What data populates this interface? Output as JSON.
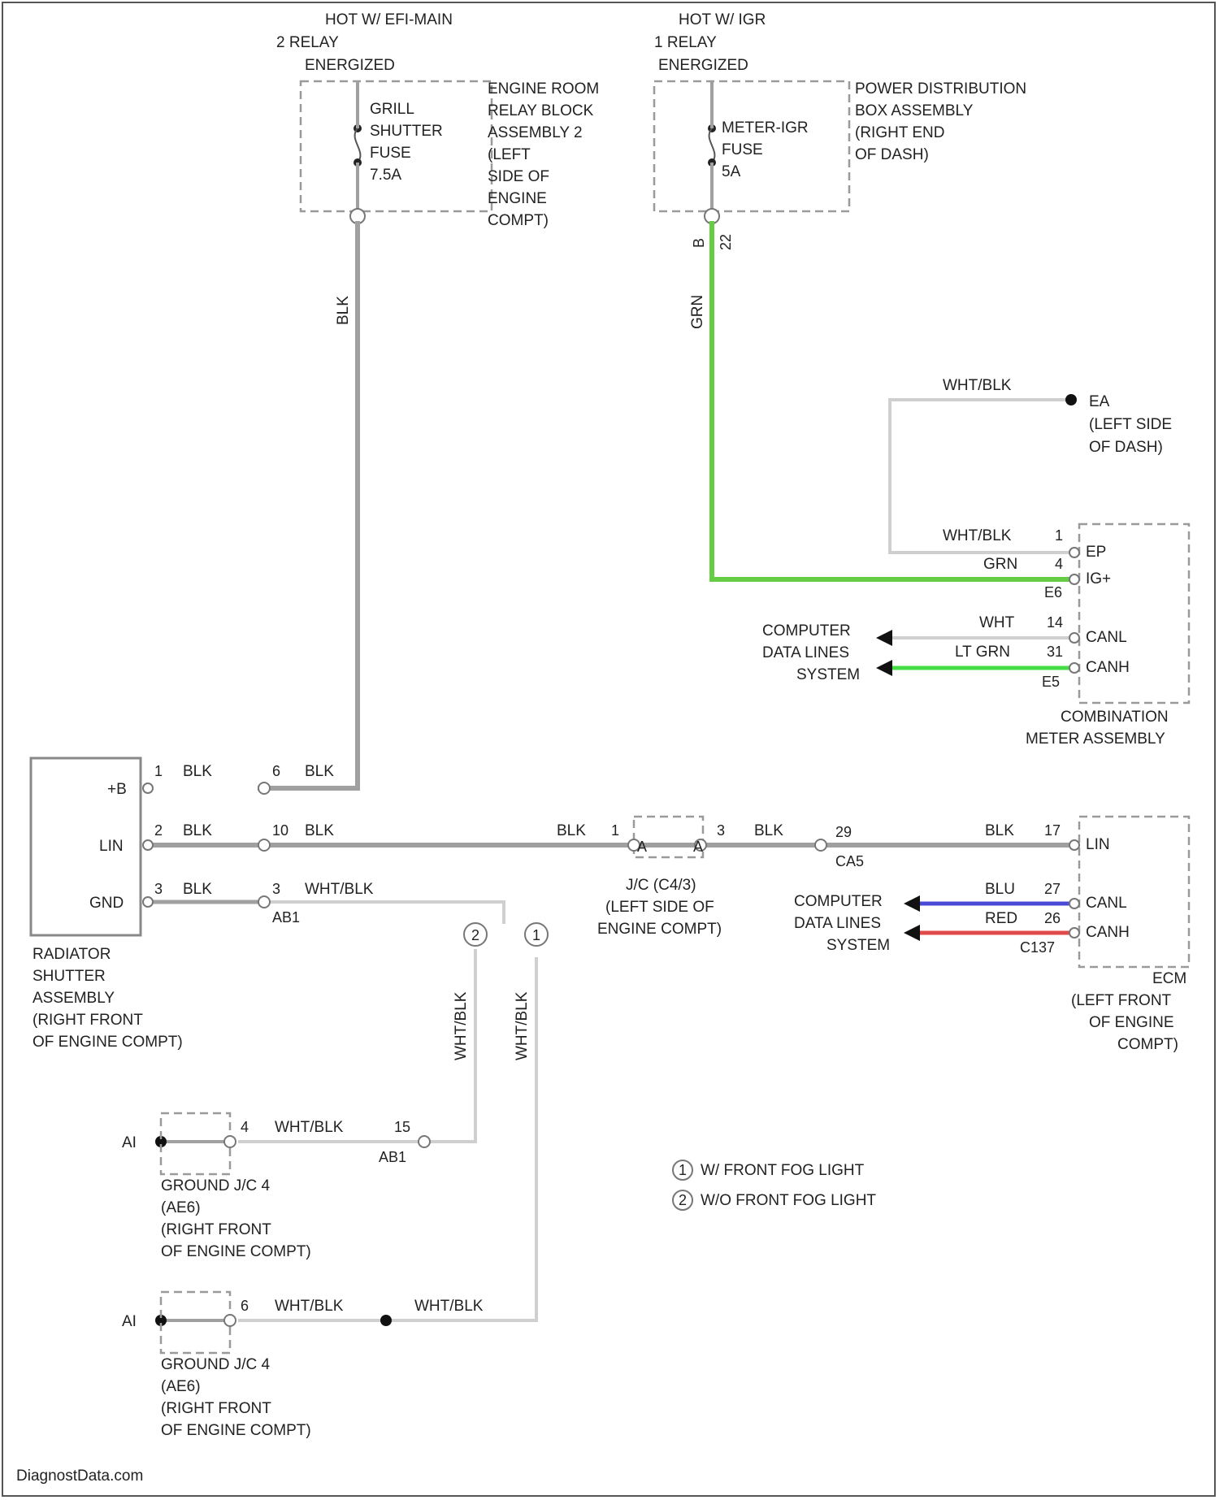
{
  "colors": {
    "gray_wire": "#a0a0a0",
    "light_wire": "#cfcfcf",
    "grn_wire": "#66cc44",
    "lt_grn_wire": "#44dd44",
    "blu_wire": "#4a4ad8",
    "red_wire": "#e04a4a",
    "text": "#222222"
  },
  "left_relay": {
    "header": [
      "HOT W/ EFI-MAIN",
      "2 RELAY",
      "ENERGIZED"
    ],
    "fuse": [
      "GRILL",
      "SHUTTER",
      "FUSE",
      "7.5A"
    ],
    "location": [
      "ENGINE ROOM",
      "RELAY BLOCK",
      "ASSEMBLY 2",
      "(LEFT",
      "SIDE OF",
      "ENGINE",
      "COMPT)"
    ],
    "wire": "BLK"
  },
  "right_relay": {
    "header": [
      "HOT W/ IGR",
      "1 RELAY",
      "ENERGIZED"
    ],
    "fuse": [
      "METER-IGR",
      "FUSE",
      "5A"
    ],
    "location": [
      "POWER DISTRIBUTION",
      "BOX ASSEMBLY",
      "(RIGHT END",
      "OF DASH)"
    ],
    "pins": [
      "B",
      "22"
    ],
    "wire": "GRN"
  },
  "ground_ea": {
    "wire": "WHT/BLK",
    "name": "EA",
    "location": [
      "(LEFT SIDE",
      "OF DASH)"
    ]
  },
  "meter": {
    "rows": [
      {
        "wire": "WHT/BLK",
        "pin": "1",
        "name": "EP"
      },
      {
        "wire": "GRN",
        "pin": "4",
        "name": "IG+"
      },
      {
        "wire": "WHT",
        "pin": "14",
        "name": "CANL"
      },
      {
        "wire": "LT GRN",
        "pin": "31",
        "name": "CANH"
      }
    ],
    "conn_a": "E6",
    "conn_b": "E5",
    "data_lines": [
      "COMPUTER",
      "DATA LINES",
      "SYSTEM"
    ],
    "name": [
      "COMBINATION",
      "METER ASSEMBLY"
    ]
  },
  "shutter": {
    "terminals": [
      "+B",
      "LIN",
      "GND"
    ],
    "pins": [
      "1",
      "2",
      "3"
    ],
    "wire": "BLK",
    "name": [
      "RADIATOR",
      "SHUTTER",
      "ASSEMBLY",
      "(RIGHT FRONT",
      "OF ENGINE COMPT)"
    ]
  },
  "connector_ab1": {
    "pins": [
      "6",
      "10",
      "3"
    ],
    "labels": [
      "BLK",
      "BLK",
      "WHT/BLK"
    ],
    "name": "AB1"
  },
  "jc": {
    "pins": [
      "1",
      "3"
    ],
    "wire": "BLK",
    "letters": [
      "A",
      "A"
    ],
    "name": [
      "J/C (C4/3)",
      "(LEFT SIDE OF",
      "ENGINE COMPT)"
    ],
    "pin_c": "29",
    "conn_c": "CA5"
  },
  "ecm": {
    "rows": [
      {
        "wire": "BLK",
        "pin": "17",
        "name": "LIN"
      },
      {
        "wire": "BLU",
        "pin": "27",
        "name": "CANL"
      },
      {
        "wire": "RED",
        "pin": "26",
        "name": "CANH"
      }
    ],
    "conn": "C137",
    "data_lines": [
      "COMPUTER",
      "DATA LINES",
      "SYSTEM"
    ],
    "name": [
      "ECM",
      "(LEFT FRONT",
      "OF ENGINE",
      "COMPT)"
    ]
  },
  "fog_circles": [
    "1",
    "2"
  ],
  "vertical_wires": [
    "WHT/BLK",
    "WHT/BLK"
  ],
  "ground1": {
    "gnd": "AI",
    "pin": "4",
    "wire": "WHT/BLK",
    "pin2": "15",
    "conn": "AB1",
    "name": [
      "GROUND J/C 4",
      "(AE6)",
      "(RIGHT FRONT",
      "OF ENGINE COMPT)"
    ]
  },
  "ground2": {
    "gnd": "AI",
    "pin": "6",
    "wire_a": "WHT/BLK",
    "wire_b": "WHT/BLK",
    "name": [
      "GROUND J/C 4",
      "(AE6)",
      "(RIGHT FRONT",
      "OF ENGINE COMPT)"
    ]
  },
  "legend": [
    {
      "sym": "1",
      "text": "W/ FRONT FOG LIGHT"
    },
    {
      "sym": "2",
      "text": "W/O FRONT FOG LIGHT"
    }
  ],
  "watermark": "DiagnostData.com"
}
